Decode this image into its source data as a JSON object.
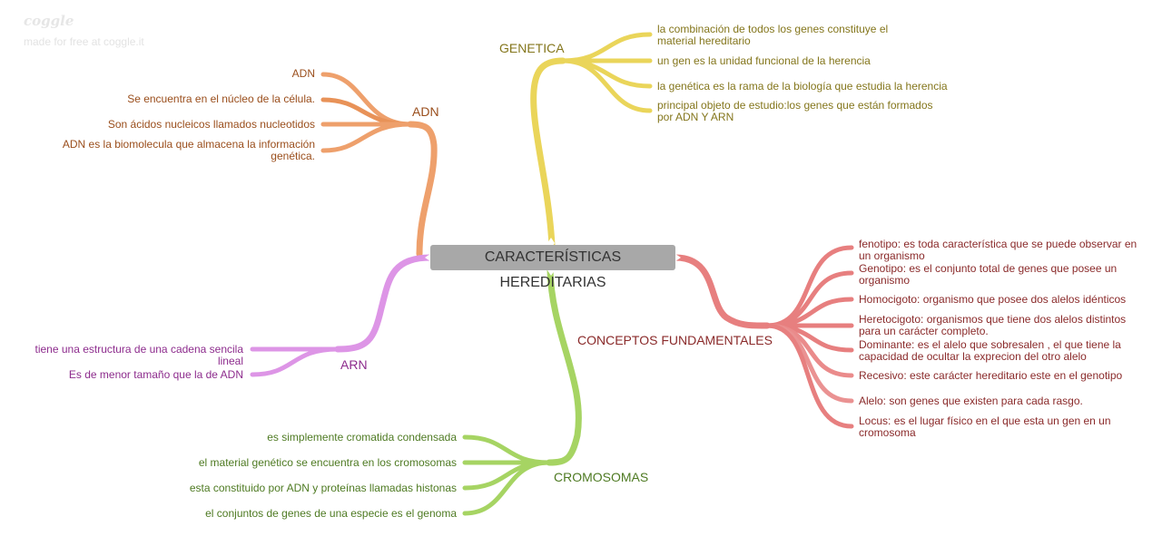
{
  "branding": {
    "logo": "coggle",
    "tagline": "made for free at coggle.it"
  },
  "colors": {
    "adn": "#eea06c",
    "genetica": "#ead55a",
    "conceptos": "#e77f7f",
    "cromosomas": "#a6d463",
    "arn": "#dd95e6",
    "center_bg": "#a8a8a8"
  },
  "center": {
    "label": "CARACTERÍSTICAS HEREDITARIAS"
  },
  "adn": {
    "title": "ADN",
    "items": [
      "ADN",
      "Se encuentra en el núcleo de la célula.",
      "Son ácidos nucleicos llamados nucleotidos",
      "ADN es la biomolecula que almacena la información genética."
    ]
  },
  "genetica": {
    "title": "GENETICA",
    "items": [
      "la combinación de todos los genes constituye el material hereditario",
      "un gen es la unidad funcional de la herencia",
      "la genética es la rama de la biología que estudia la herencia",
      "principal objeto de estudio:los genes que están formados por ADN Y ARN"
    ]
  },
  "conceptos": {
    "title": "CONCEPTOS FUNDAMENTALES",
    "items": [
      "fenotipo: es toda característica que se puede observar en un organismo",
      "Genotipo: es el conjunto total de genes que posee un organismo",
      "Homocigoto: organismo que posee dos alelos idénticos",
      "Heretocigoto: organismos que tiene dos alelos distintos para un carácter completo.",
      "Dominante: es el alelo que sobresalen , el que tiene la capacidad de ocultar la exprecion del otro alelo",
      "Recesivo: este carácter hereditario este en el genotipo",
      "Alelo: son genes que existen para cada rasgo.",
      "Locus: es el lugar físico en el que esta un gen en un cromosoma"
    ]
  },
  "cromosomas": {
    "title": "CROMOSOMAS",
    "items": [
      "es simplemente cromatida condensada",
      "el material genético se encuentra en los cromosomas",
      "esta constituido por ADN y proteínas llamadas histonas",
      "el conjuntos de genes de una especie es el genoma"
    ]
  },
  "arn": {
    "title": "ARN",
    "items": [
      "tiene una estructura de una cadena sencila lineal",
      "Es de menor tamaño que la de ADN"
    ]
  }
}
